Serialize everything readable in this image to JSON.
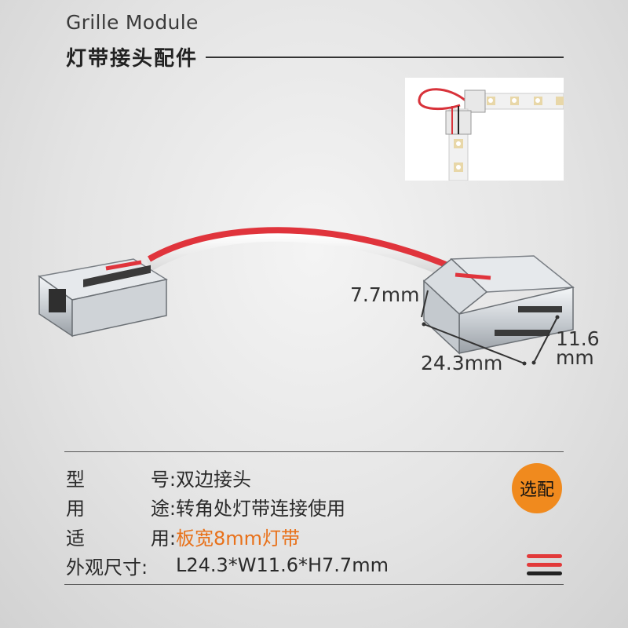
{
  "header": {
    "title_en": "Grille Module",
    "title_cn": "灯带接头配件"
  },
  "dimensions": {
    "height": "7.7mm",
    "length": "24.3mm",
    "width_value": "11.6",
    "width_unit": "mm"
  },
  "specs": {
    "model_label_a": "型",
    "model_label_b": "号:",
    "model_value": "双边接头",
    "usage_label_a": "用",
    "usage_label_b": "途:",
    "usage_value": "转角处灯带连接使用",
    "fit_label_a": "适",
    "fit_label_b": "用:",
    "fit_value": "板宽8mm灯带",
    "size_label": "外观尺寸:",
    "size_value": "L24.3*W11.6*H7.7mm"
  },
  "badge": {
    "label": "选配"
  },
  "colors": {
    "accent": "#f08a1e",
    "wire_red": "#e23a3a",
    "wire_black": "#222222"
  },
  "icons": {
    "wire_icon": "wire-colors-icon",
    "product": "connector-cable-image",
    "inset": "led-strip-corner-photo"
  }
}
